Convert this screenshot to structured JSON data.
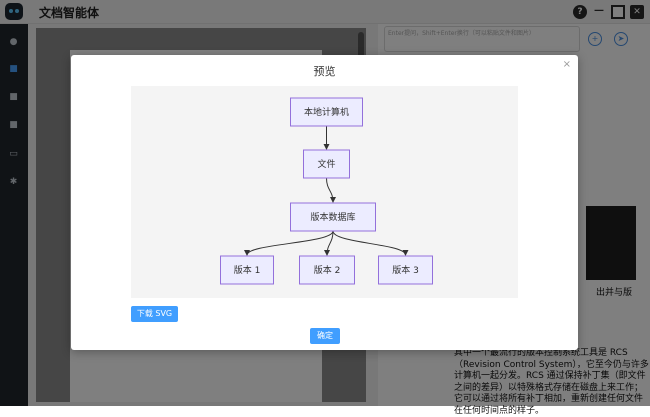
{
  "app": {
    "title": "文档智能体"
  },
  "window": {
    "help": "?",
    "minimize": "—",
    "maximize": "",
    "close": "✕"
  },
  "background": {
    "input_hint": "Enter提问，Shift+Enter换行（可以粘贴文件和图片）",
    "right_snippet": "出并与版",
    "answer": "其中一个最流行的版本控制系统工具是 RCS（Revision Control System），它至今仍与许多计算机一起分发。RCS 通过保持补丁集（即文件之间的差异）以特殊格式存储在磁盘上来工作；它可以通过将所有补丁相加，重新创建任何文件在任何时间点的样子。"
  },
  "dialog": {
    "title": "预览",
    "close": "×",
    "download_label": "下载 SVG",
    "confirm_label": "确定"
  },
  "diagram": {
    "nodes": [
      {
        "id": "local",
        "label": "本地计算机"
      },
      {
        "id": "file",
        "label": "文件"
      },
      {
        "id": "db",
        "label": "版本数据库"
      },
      {
        "id": "v1",
        "label": "版本 1"
      },
      {
        "id": "v2",
        "label": "版本 2"
      },
      {
        "id": "v3",
        "label": "版本 3"
      }
    ],
    "edges": [
      [
        "local",
        "file"
      ],
      [
        "file",
        "db"
      ],
      [
        "db",
        "v1"
      ],
      [
        "db",
        "v2"
      ],
      [
        "db",
        "v3"
      ]
    ],
    "colors": {
      "node_fill": "#ececff",
      "node_stroke": "#9370db",
      "edge": "#333333"
    }
  },
  "colors": {
    "accent": "#409eff",
    "sidebar": "#20262d",
    "sidebar_active": "#4aa3ff"
  }
}
